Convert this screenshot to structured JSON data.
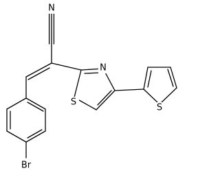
{
  "figure": {
    "atoms": {
      "nitrile_n": "N",
      "thiazole_n": "N",
      "thiazole_s": "S",
      "thiophene_s": "S",
      "bromine": "Br"
    },
    "colors": {
      "bond": "#000000",
      "background": "#ffffff"
    }
  }
}
